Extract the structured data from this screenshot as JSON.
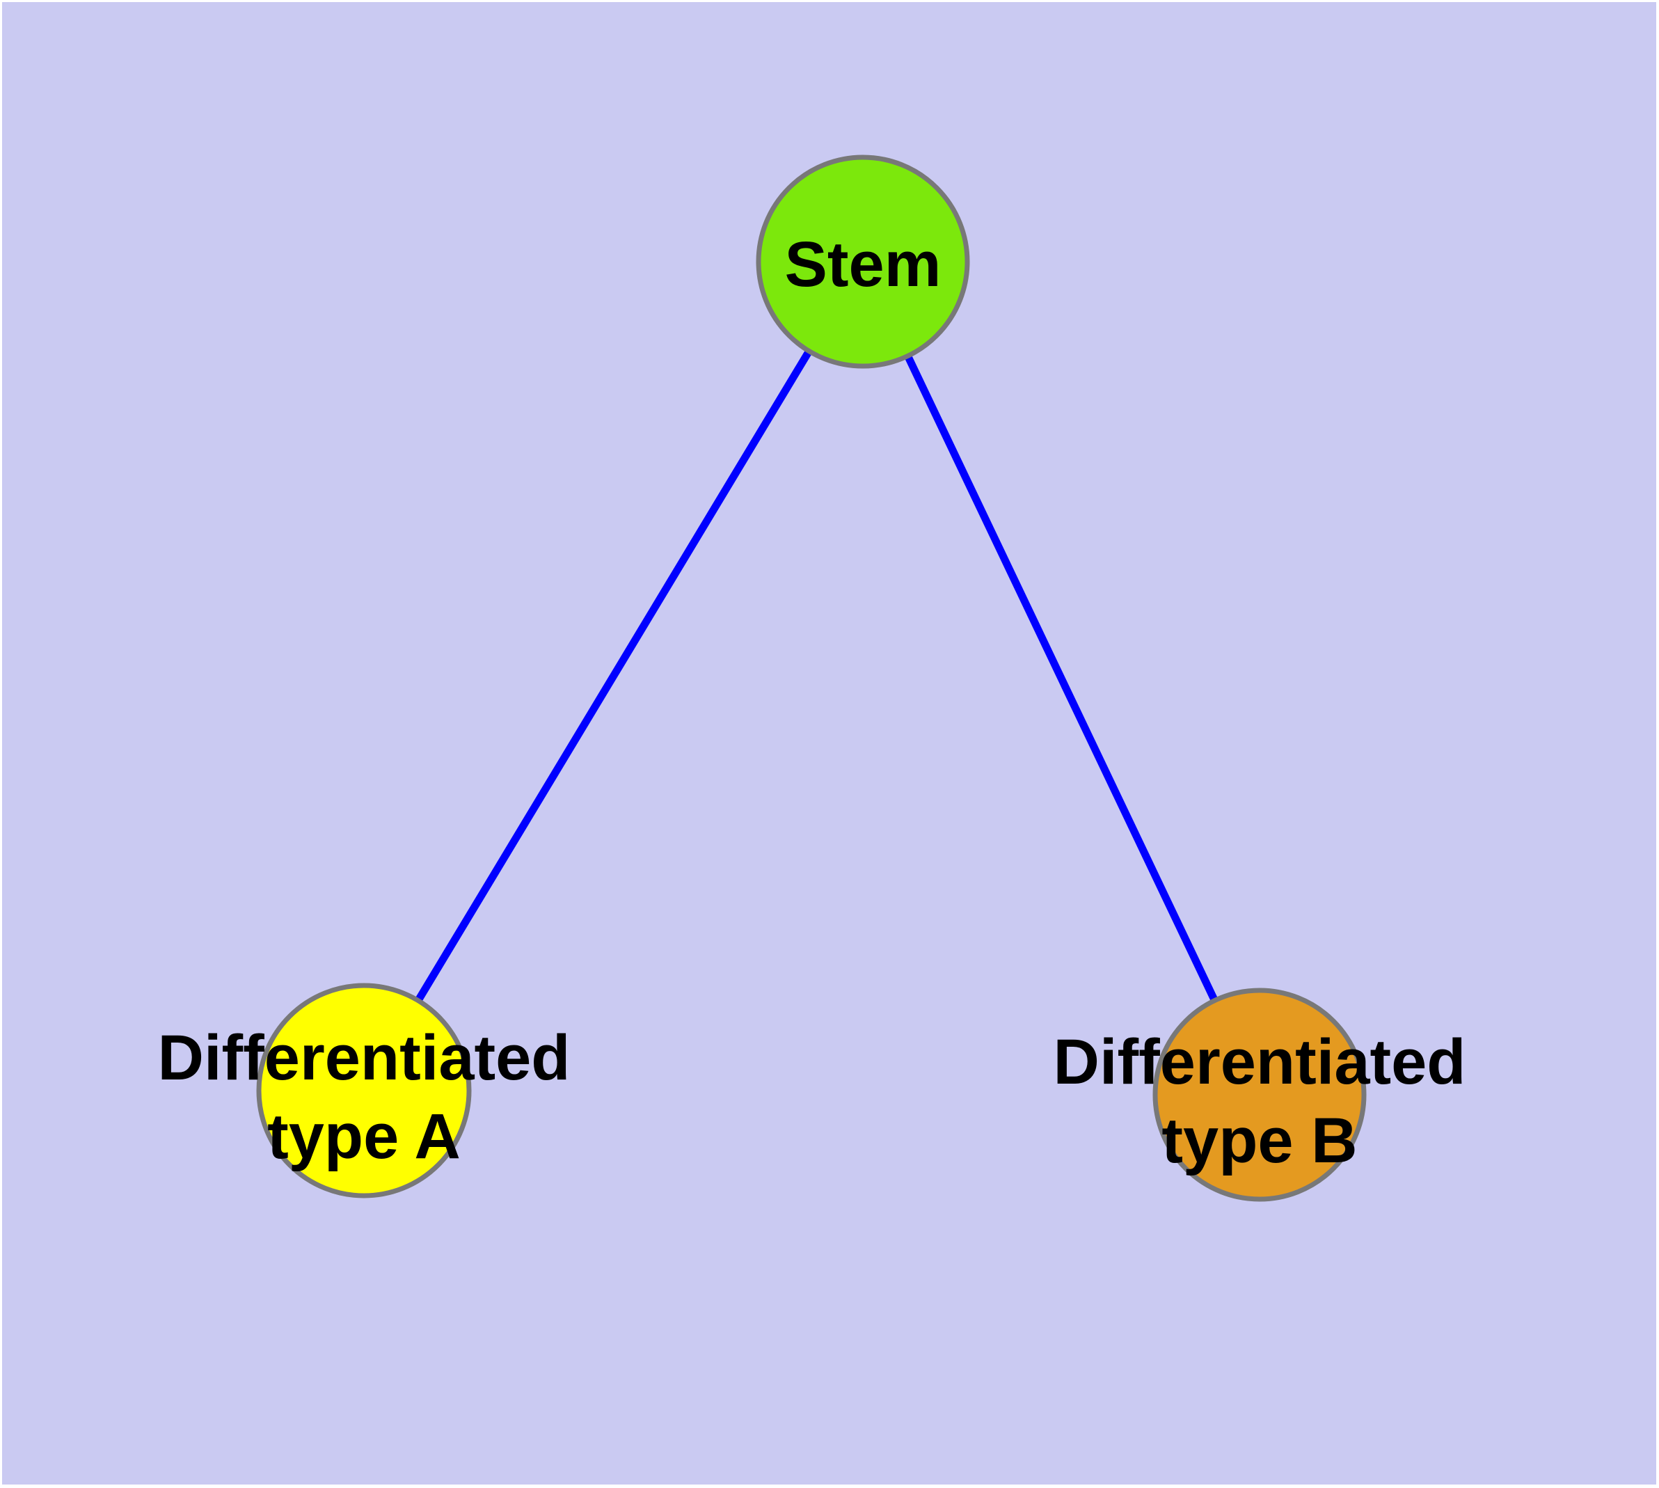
{
  "diagram": {
    "background_color": "#cacaf2",
    "page_margin_color": "#ffffff",
    "node_border_color": "#787878",
    "edge_color": "#0000ff",
    "label_color": "#000000",
    "nodes": [
      {
        "id": "stem",
        "label": "Stem",
        "color": "#7ce80c"
      },
      {
        "id": "type-a",
        "label_line1": "Differentiated",
        "label_line2": "type A",
        "color": "#ffff00"
      },
      {
        "id": "type-b",
        "label_line1": "Differentiated",
        "label_line2": "type B",
        "color": "#e49a20"
      }
    ],
    "edges": [
      {
        "from": "stem",
        "to": "type-a"
      },
      {
        "from": "stem",
        "to": "type-b"
      }
    ]
  }
}
